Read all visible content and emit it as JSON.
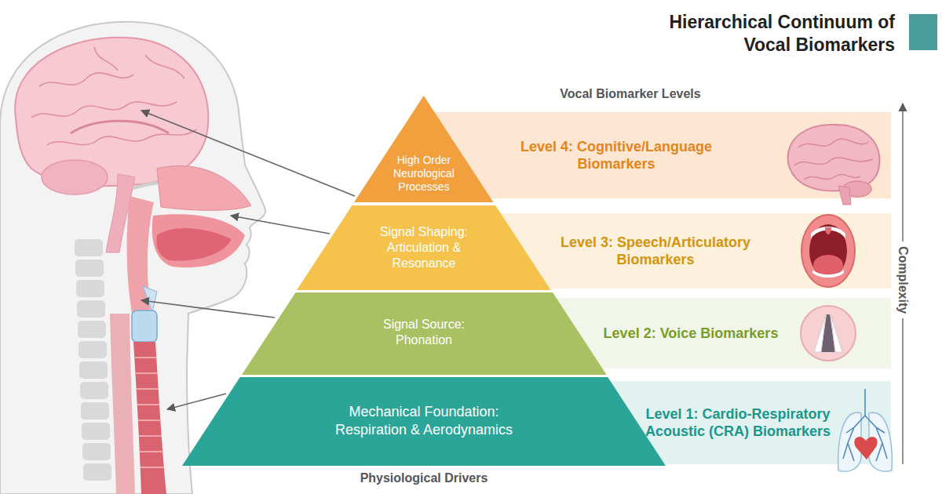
{
  "diagram": {
    "title": "Hierarchical Continuum of Vocal Biomarkers",
    "nodes": [
      {
        "text": [
          "High Order Neurological Processes"
        ]
      },
      {
        "text": [
          "Signal Shaping: Articulation & Resonance"
        ]
      },
      {
        "text": [
          "Signal Source: Phonation"
        ]
      },
      {
        "text": [
          "Mechanical Foundation: Respiration & Aerodynamics"
        ]
      },
      {
        "text": [
          "Level 4: Cognitive/Language Biomarkers"
        ]
      },
      {
        "text": [
          "Level 3: Speech/Articulatory Biomarkers"
        ]
      },
      {
        "text": [
          "Level 2: Voice Biomarkers"
        ]
      },
      {
        "text": [
          "Level 1: Cardio-Respiratory Acoustic (CRA) Biomarkers"
        ]
      }
    ],
    "labels": [
      "Vocal Biomarker Levels",
      "Complexity",
      "Physiological Drivers"
    ]
  }
}
